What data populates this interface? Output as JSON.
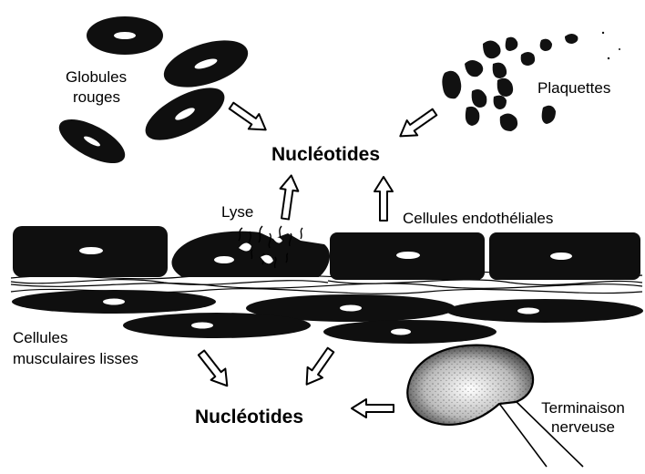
{
  "labels": {
    "globules_line1": "Globules",
    "globules_line2": "rouges",
    "plaquettes": "Plaquettes",
    "nucleotides_top": "Nucléotides",
    "lyse": "Lyse",
    "endotheliales": "Cellules endothéliales",
    "muscle_line1": "Cellules",
    "muscle_line2": "musculaires lisses",
    "nucleotides_bottom": "Nucléotides",
    "terminaison_line1": "Terminaison",
    "terminaison_line2": "nerveuse"
  },
  "colors": {
    "cell_fill": "#0f0f0f",
    "nucleus": "#ffffff",
    "arrow_fill": "#ffffff",
    "stroke": "#000000"
  }
}
